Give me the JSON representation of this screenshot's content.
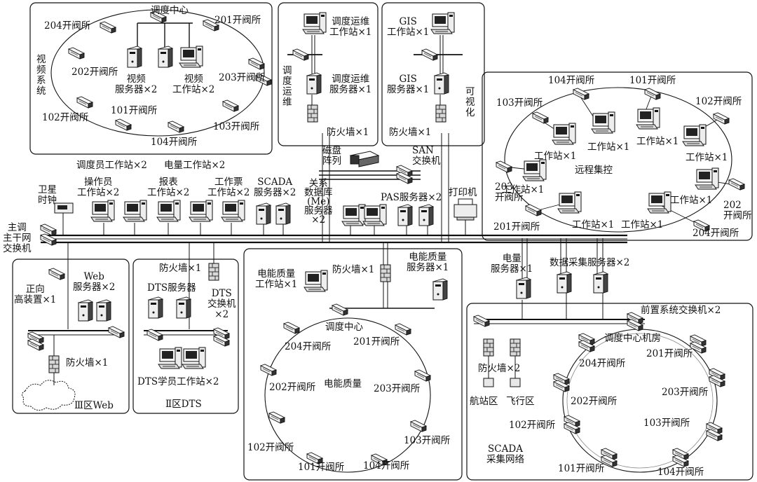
{
  "labels": {
    "dispatch_center_top": "调度中心",
    "video_204": "204开阀所",
    "video_201": "201开阀所",
    "video_202": "202开阀所",
    "video_203": "203开阀所",
    "video_102": "102开阀所",
    "video_101": "101开阀所",
    "video_103": "103开阀所",
    "video_104": "104开阀所",
    "video_system": "视频系统",
    "video_server": "视频\n服务器×2",
    "video_ws": "视频\n工作站×2",
    "ops_ws": "调度运维\n工作站×1",
    "ops_vertical": "调度运维",
    "ops_server": "调度运维\n服务器×1",
    "ops_fw": "防火墙×1",
    "gis_ws": "GIS\n工作站×1",
    "gis_server": "GIS\n服务器×1",
    "gis_fw": "防火墙×1",
    "visual": "可视化",
    "remote_104": "104开阀所",
    "remote_101": "101开阀所",
    "remote_103": "103开阀所",
    "remote_102": "102开阀所",
    "remote_ws1": "工作站×1",
    "remote_ws2": "工作站×1",
    "remote_ws3": "工作站×1",
    "remote_ws4": "工作站×1",
    "remote_ws5": "工作站×1",
    "remote_ws6": "工作站×1",
    "remote_ws7": "工作站×1",
    "remote_ws8": "工作站×1",
    "remote_control": "远程集控",
    "remote_203": "203\n开阀所",
    "remote_202": "202\n开阀所",
    "remote_201": "201开阀所",
    "remote_204": "204开阀所",
    "disk_array": "磁盘\n阵列",
    "san_switch": "SAN\n交换机",
    "dispatcher_ws": "调度员工作站×2",
    "operator_ws": "操作员\n工作站×2",
    "power_ws": "电量工作站×2",
    "report_ws": "报表\n工作站×2",
    "ticket_ws": "工作票\n工作站×2",
    "scada_server": "SCADA\n服务器×2",
    "rel_db": "关系\n数据库\n(Me)\n服务器\n×2",
    "pas_server": "PAS服务器×2",
    "printer": "打印机",
    "sat_clock": "卫星\n时钟",
    "main_switch": "主调\n主干网\n交换机",
    "web_server": "Web\n服务器×2",
    "forward_device": "正向\n高装置×1",
    "web_fw": "防火墙×1",
    "zone3_web": "Ⅲ区Web",
    "dts_fw": "防火墙×1",
    "dts_server": "DTS服务器",
    "dts_switch": "DTS\n交换机\n×2",
    "dts_student_ws": "DTS学员工作站×2",
    "zone2_dts": "Ⅱ区DTS",
    "pq_ws": "电能质量\n工作站×1",
    "pq_fw": "防火墙×1",
    "pq_server": "电能质量\n服务器×1",
    "pq_dispatch": "调度中心",
    "pq_204": "204开阀所",
    "pq_201": "201开阀所",
    "pq_202": "202开阀所",
    "pq_center": "电能质量",
    "pq_203": "203开阀所",
    "pq_102": "102开阀所",
    "pq_103": "103开阀所",
    "pq_101": "101开阀所",
    "pq_104": "104开阀所",
    "energy_server": "电量\n服务器×1",
    "daq_server": "数据采集服务器×2",
    "front_switch": "前置系统交换机×2",
    "scada_fw": "防火墙×2",
    "terminal_zone": "航站区",
    "flight_zone": "飞行区",
    "dispatch_room": "调度中心机房",
    "scada_204": "204开阀所",
    "scada_201": "201开阀所",
    "scada_203": "203开阀所",
    "scada_202": "202开阀所",
    "scada_102": "102开阀所",
    "scada_103": "103开阀所",
    "scada_net": "SCADA\n采集网络",
    "scada_101": "101开阀所",
    "scada_104": "104开阀所"
  },
  "icons": {
    "workstation": "workstation-icon",
    "server": "server-tower-icon",
    "switch": "network-switch-icon",
    "firewall": "firewall-icon",
    "printer": "printer-icon",
    "clock": "satellite-clock-icon",
    "cloud": "cloud-icon",
    "disk": "disk-array-icon"
  }
}
